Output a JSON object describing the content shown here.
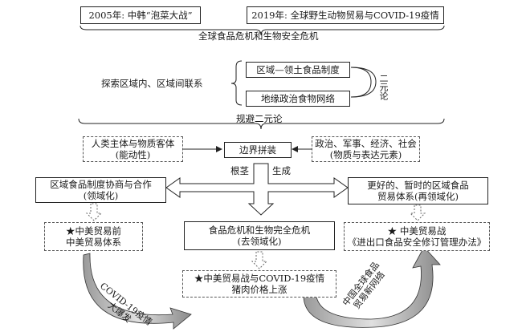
{
  "top_left": "2005年: 中韩“泡菜大战”",
  "top_right": "2019年: 全球野生动物贸易与COVID-19疫情",
  "crisis_banner": "全球食品危机和生物安全危机",
  "explore_label": "探索区域内、区域间联系",
  "system_box": "区域—领土食品制度",
  "network_box": "地缘政治食物网络",
  "dualism_label": "二元论",
  "avoid_label": "规避二元论",
  "human_box": [
    "人类主体与物质客体",
    "(能动性)"
  ],
  "politics_box": [
    "政治、军事、经济、社会",
    "(物质与表达元素)"
  ],
  "boundary_box": "边界拼装",
  "root_label": "根茎",
  "generate_label": "生成",
  "left_mid_box": [
    "区域食品制度协商与合作",
    "(领域化)"
  ],
  "center_mid_box": [
    "食品危机和生物完全危机",
    "(去领域化)"
  ],
  "right_mid_box": [
    "更好的、暂时的区域食品",
    "贸易体系(再领域化)"
  ],
  "left_low_box": [
    "★中美贸易前",
    "中美贸易体系"
  ],
  "center_low_box": [
    "★中美贸易战与COVID-19疫情",
    "猪肉价格上涨"
  ],
  "right_low_box": [
    "★ 中美贸易战",
    "《进出口食品安全修订管理办法》"
  ],
  "left_arrow_label": [
    "COVID-19疫情",
    "大爆发"
  ],
  "right_arrow_label": [
    "中国全球食品",
    "贸易新网络"
  ]
}
